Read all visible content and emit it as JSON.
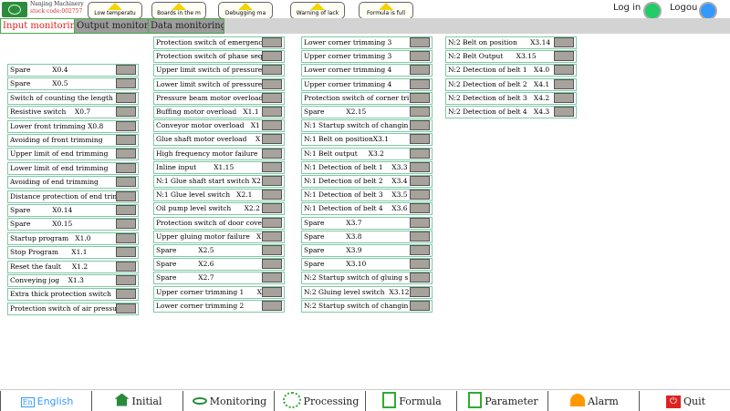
{
  "header": {
    "company": "Nanjing Machinery",
    "stock": "stock code:002757",
    "warnings": [
      "Low temperatu",
      "Boards in the m",
      "Debugging ma",
      "Warning of lack",
      "Formula is full"
    ],
    "login": "Log in",
    "logout": "Logou"
  },
  "tabs": [
    "Input monitoring",
    "Output monitorir",
    "Data monitoring"
  ],
  "columns": [
    [
      "Spare          X0.4",
      "Spare          X0.5",
      "Switch of counting the length",
      "Resistive switch    X0.7",
      "Lower front trimming X0.8",
      "Avoiding of front trimming",
      "Upper limit of end trimming",
      "Lower limit of end trimming",
      "Avoiding of end trimming",
      "Distance protection of end trim",
      "Spare          X0.14",
      "Spare          X0.15",
      "Startup program   X1.0",
      "Stop Program      X1.1",
      "Reset the fault     X1.2",
      "Conveying jog    X1.3",
      "Extra thick protection switch",
      "Protection switch of air pressu"
    ],
    [
      "Protection switch of emergenc",
      "Protection switch of phase seq",
      "Upper limit switch of pressure",
      "Lower limit switch of pressure",
      "Pressure beam motor overload",
      "Buffing motor overload   X1.1",
      "Conveyor motor overload   X1",
      "Glue shaft motor overload    X",
      "High frequency motor failure",
      "Inline input        X1.15",
      "N:1 Glue shaft start switch X2",
      "N:1 Glue level switch   X2.1",
      "Oil pump level switch      X2.2",
      "Protection switch of door cove",
      "Upper gluing motor failure   X",
      "Spare          X2.5",
      "Spare          X2.6",
      "Spare          X2.7",
      "Upper corner trimming 1      X",
      "Lower corner trimming 2"
    ],
    [
      "Lower corner trimming 3",
      "Upper corner trimming 3",
      "Lower corner trimming 4",
      "Upper corner trimming 4",
      "Protection switch of corner tri",
      "Spare          X2.15",
      "N:1 Startup switch of changin",
      "N:1 Belt on positionX3.1",
      "N:1 Belt output     X3.2",
      "N:1 Detection of belt 1    X3.3",
      "N:1 Detection of belt 2    X3.4",
      "N:1 Detection of belt 3    X3.5",
      "N:1 Detection of belt 4    X3.6",
      "Spare          X3.7",
      "Spare          X3.8",
      "Spare          X3.9",
      "Spare          X3.10",
      "N:2 Startup switch of gluing s",
      "N:2 Gluing level switch  X3.12",
      "N:2 Startup switch of changin"
    ],
    [
      "N:2 Belt on position      X3.14",
      "N:2 Belt Output      X3.15",
      "N:2 Detection of belt 1   X4.0",
      "N:2 Detection of belt 2   X4.1",
      "N:2 Detection of belt 3   X4.2",
      "N:2 Detection of belt 4   X4.3"
    ]
  ],
  "nav": [
    {
      "label": "English",
      "icon": "language-icon"
    },
    {
      "label": "Initial",
      "icon": "home-icon"
    },
    {
      "label": "Monitoring",
      "icon": "eye-icon"
    },
    {
      "label": "Processing",
      "icon": "gears-icon"
    },
    {
      "label": "Formula",
      "icon": "document-edit-icon"
    },
    {
      "label": "Parameter",
      "icon": "parameter-icon"
    },
    {
      "label": "Alarm",
      "icon": "alarm-icon"
    },
    {
      "label": "Quit",
      "icon": "power-icon"
    }
  ]
}
